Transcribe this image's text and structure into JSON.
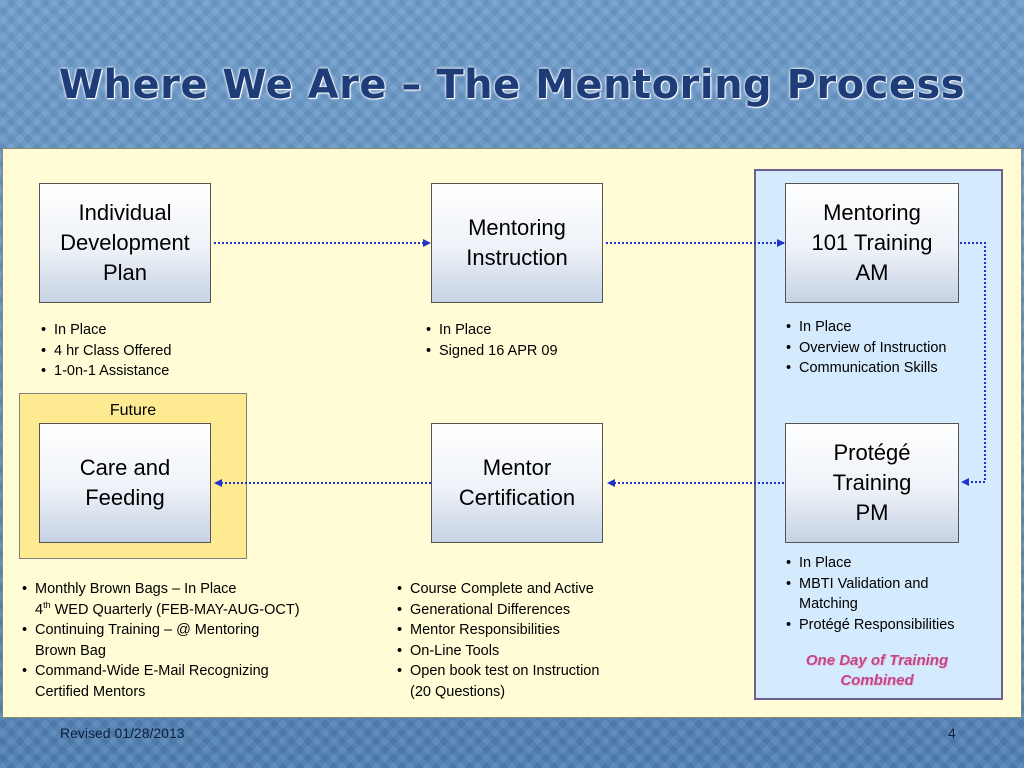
{
  "title": "Where We Are – The Mentoring Process",
  "future_label": "Future",
  "nodes": {
    "idp": "Individual\nDevelopment\nPlan",
    "instruction": "Mentoring\nInstruction",
    "m101": "Mentoring\n101 Training\nAM",
    "care": "Care and\nFeeding",
    "certification": "Mentor\nCertification",
    "protege": "Protégé\nTraining\nPM"
  },
  "bullets": {
    "idp": [
      "In Place",
      "4 hr Class Offered",
      "1-0n-1 Assistance"
    ],
    "instruction": [
      "In Place",
      "Signed 16 APR 09"
    ],
    "m101": [
      "In Place",
      "Overview of Instruction",
      "Communication Skills"
    ],
    "protege": [
      "In Place",
      "MBTI Validation and",
      "Matching",
      "Protégé Responsibilities"
    ],
    "care": {
      "item1": "Monthly Brown Bags – In Place",
      "item1_sub_num": "4",
      "item1_sub_sup": "th",
      "item1_sub_rest": " WED Quarterly (FEB-MAY-AUG-OCT)",
      "item2a": "Continuing Training – @ Mentoring",
      "item2b": "Brown Bag",
      "item3a": "Command-Wide E-Mail Recognizing",
      "item3b": "Certified Mentors"
    },
    "certification": [
      "Course Complete and Active",
      "Generational Differences",
      "Mentor Responsibilities",
      "On-Line Tools",
      "Open book test on Instruction",
      "(20 Questions)"
    ]
  },
  "combined_note": "One Day of Training\nCombined",
  "footer": {
    "revised": "Revised 01/28/2013",
    "page_number": "4"
  },
  "colors": {
    "title": "#1d3c78",
    "connector": "#2233cc",
    "note": "#c0458b"
  }
}
